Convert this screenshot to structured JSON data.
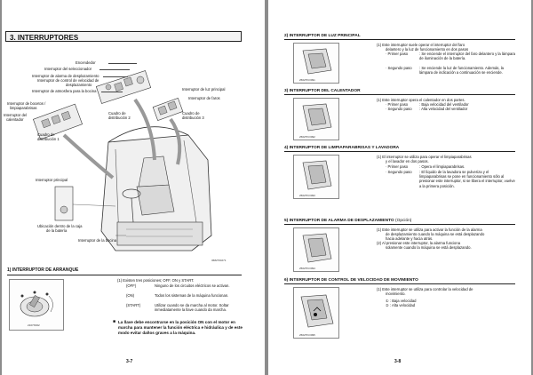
{
  "left_page": {
    "section_title": "3. INTERRUPTORES",
    "callouts": {
      "encendedor": "Encendedor",
      "seleccionador": "Interruptor del seleccionador",
      "alarma_1": "Interruptor de alarma de desplazamiento",
      "alarma_2": "Interruptor de control de velocidad de",
      "alarma_3": "desplazamiento",
      "atmosfera": "Interruptor de atmosfera para la bocina",
      "luz_principal": "Interruptor de luz principal",
      "faros": "Interruptor de faros",
      "limpia_1": "Interruptor de bocetos /",
      "limpia_2": "limpiaparabrisas",
      "calentador_1": "Interruptor del",
      "calentador_2": "calentador",
      "cuadro2_1": "Cuadro de",
      "cuadro2_2": "distribución 2",
      "cuadro3_1": "Cuadro de",
      "cuadro3_2": "distribución 3",
      "cuadro1_1": "Cuadro de",
      "cuadro1_2": "distribución 1",
      "principal": "Interruptor principal",
      "ubicacion_1": "Ubicación dentro de la caja",
      "ubicacion_2": "de la batería",
      "bocina": "Interruptor de la bocina"
    },
    "figure_code": "3682700J71",
    "arranque_title": "1) INTERRUPTOR DE ARRANQUE",
    "arranque_fig_code": "2107X002",
    "arranque_intro": "(1) Existen tres posiciones; OFF, ON y START.",
    "arranque_items": [
      {
        "k": "(OFF)",
        "v": "Ninguno de los circuitos eléctricos se activan."
      },
      {
        "k": "(ON)",
        "v": "Todos los sistemas de la máquina funcionan."
      },
      {
        "k": "(START)",
        "v": "Utilizar cuando se da marcha al motor. Soltar inmediatamente la llave cuando da marcha."
      }
    ],
    "warning": "La llave debe encontrarse en la posición ON con el motor en marcha para mantener la función eléctrica e hidráulica y de este modo evitar daños graves a la máquina.",
    "warning_mark": "■",
    "page_number": "3-7"
  },
  "right_page": {
    "sections": [
      {
        "title": "2)  INTERRUPTOR DE LUZ PRINCIPAL",
        "fig_code": "2502TKO091",
        "lines": [
          "(1) Este interruptor suele operar el interruptor del faro",
          "delantero y la luz de funcionamiento en dos pasos"
        ],
        "steps": [
          {
            "k": "· Primer paso",
            "v": ": Se enciende el interruptor del faro delantero y la lámpara de iluminación de la batería."
          },
          {
            "k": "· Segundo paso",
            "v": ": Se enciende la luz de funcionamiento. Además, la lámpara de indicación a continuación se enciende."
          }
        ]
      },
      {
        "title": "3)  INTERRUPTOR DEL CALENTADOR",
        "fig_code": "2502TKO092",
        "lines": [
          "(1) Este interruptor opera el calentador en dos partes."
        ],
        "steps": [
          {
            "k": "· Primer paso",
            "v": ": Baja velocidad del ventilador"
          },
          {
            "k": "· Segundo paso",
            "v": ": Alta velocidad del ventilador"
          }
        ]
      },
      {
        "title": "4)  INTERRUPTOR DE LIMPIAPARABRISAS Y LAVADORA",
        "fig_code": "2502TKO093",
        "lines": [
          "(1) El interruptor se utiliza para operar el limpiaparabrisas",
          "y el lavador en dos pasos."
        ],
        "steps": [
          {
            "k": "· Primer paso",
            "v": ": Opera el limpiaparabrisas."
          },
          {
            "k": "· Segundo paso",
            "v": ": El líquido de la lavadora se pulveriza y el limpiaparabrisas se pone en funcionamiento sólo al presionar este interruptor, si se libera el interruptor, vuelve a la primera posición."
          }
        ]
      },
      {
        "title": "5)  INTERRUPTOR DE ALARMA DE DESPLAZAMIENTO",
        "title_suffix": "(Opción)",
        "fig_code": "2502TKO094",
        "lines": [
          "(1) Este interruptor se utiliza para activar la función de la alarma",
          "de desplazamiento cuando la máquina se está desplazando",
          "hacia adelante y hacia atrás.",
          "(2) Al presionar este interruptor, la alarma funciona",
          "solamente cuando la máquina se está desplazando."
        ],
        "steps": []
      },
      {
        "title": "6)  INTERRUPTOR DE CONTROL DE VELOCIDAD DE MOVIMIENTO",
        "fig_code": "2502TKO095",
        "lines": [
          "(1) Este interruptor se utiliza para controlar la velocidad de",
          "movimiento."
        ],
        "options": [
          "① : Baja velocidad",
          "② : Alta velocidad"
        ],
        "steps": []
      }
    ],
    "page_number": "3-8"
  }
}
